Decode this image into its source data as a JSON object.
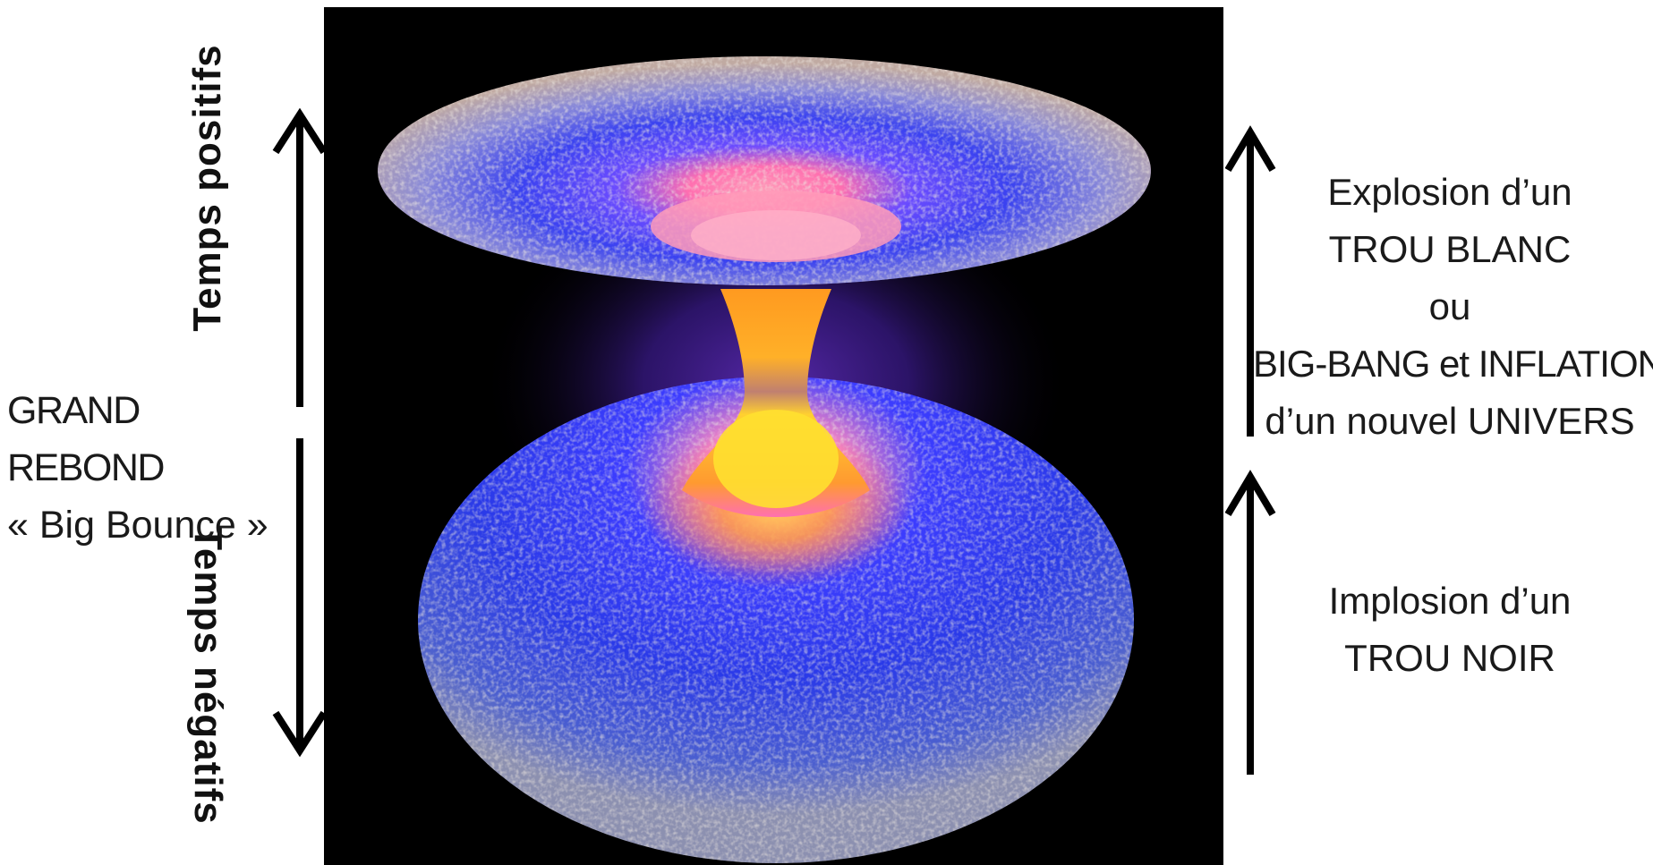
{
  "left_axis": {
    "positive_time_label": "Temps positifs",
    "negative_time_label": "Temps négatifs",
    "bounce_title": "GRAND REBOND",
    "bounce_subtitle": "« Big Bounce »"
  },
  "right_side": {
    "top_lines": [
      "Explosion d’un",
      "TROU BLANC",
      "ou",
      "BIG-BANG et INFLATION",
      "d’un nouvel UNIVERS"
    ],
    "bottom_lines": [
      "Implosion d’un",
      "TROU NOIR"
    ]
  },
  "illustration": {
    "kind": "wormhole-hourglass",
    "colors": {
      "background": "#000000",
      "disc_blue": "#2f3cff",
      "disc_edge": "#b9a9a0",
      "core_pink": "#ff7fb0",
      "throat_orange": "#ffb020",
      "throat_yellow": "#ffe030",
      "glow_purple": "#3a1a8a"
    }
  }
}
